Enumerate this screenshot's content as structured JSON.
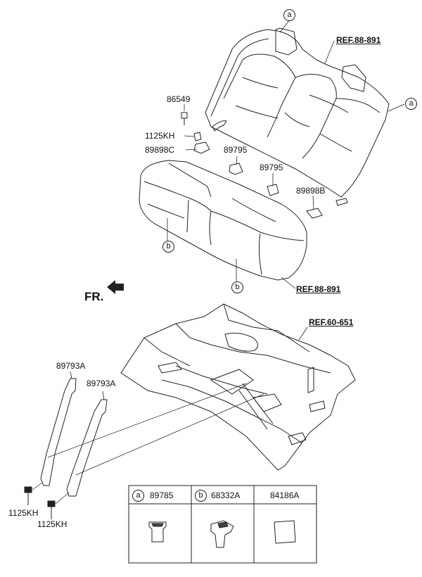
{
  "callouts": {
    "a_top": "a",
    "a_right": "a",
    "b_left": "b",
    "b_bottom": "b"
  },
  "refs": {
    "seat_back": "REF.88-891",
    "seat_cushion": "REF.88-891",
    "floor": "REF.60-651"
  },
  "parts": {
    "p86549": "86549",
    "p1125kh_top": "1125KH",
    "p89898c": "89898C",
    "p89795_a": "89795",
    "p89795_b": "89795",
    "p89898b": "89898B",
    "p89793a_a": "89793A",
    "p89793a_b": "89793A",
    "p1125kh_bl": "1125KH",
    "p1125kh_br": "1125KH"
  },
  "direction_label": "FR.",
  "legend": {
    "cells": [
      {
        "circle": "a",
        "part": "89785"
      },
      {
        "circle": "b",
        "part": "68332A"
      },
      {
        "circle": "",
        "part": "84186A"
      }
    ]
  }
}
